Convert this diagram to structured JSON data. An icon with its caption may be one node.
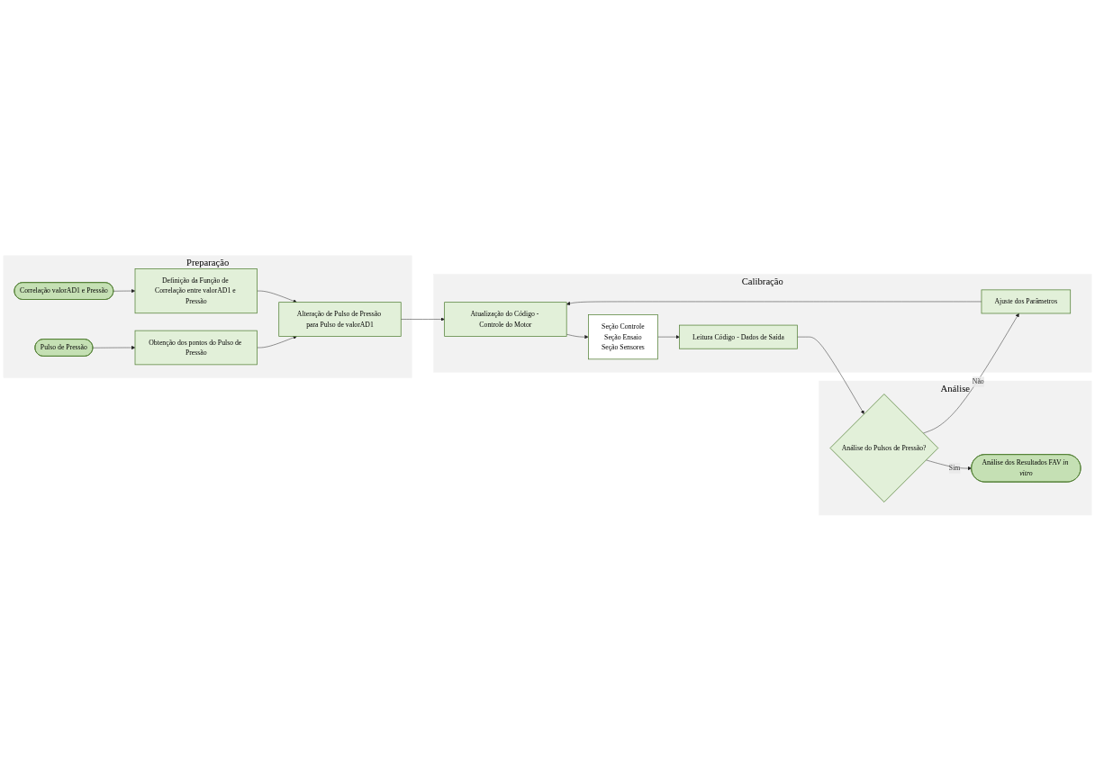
{
  "diagram": {
    "nodes": [
      {
        "text": [
          "Preparação"
        ]
      },
      {
        "text": [
          "Correlação valorAD1 e Pressão"
        ],
        "in": 0
      },
      {
        "text": [
          "Definição da Função de Correlação entre valorAD1 e Pressão"
        ],
        "in": 0
      },
      {
        "text": [
          "Pulso de Pressão"
        ],
        "in": 0
      },
      {
        "text": [
          "Obtenção dos pontos do Pulso de Pressão"
        ],
        "in": 0
      },
      {
        "text": [
          "Alteração de Pulso de Pressão para Pulso de valorAD1"
        ],
        "in": 0
      },
      {
        "text": [
          "Calibração"
        ]
      },
      {
        "text": [
          "Atualização do Código - Controle do Motor"
        ],
        "in": 6
      },
      {
        "text": [
          "Seção Controle",
          "Seção Ensaio",
          "Seção Sensores"
        ],
        "in": 6
      },
      {
        "text": [
          "Leitura Código - Dados de Saída"
        ],
        "in": 6
      },
      {
        "text": [
          "Ajuste dos Parâmetros"
        ],
        "in": 6
      },
      {
        "text": [
          "Análise"
        ]
      },
      {
        "text": [
          "Análise dos Resultados FAV *in vitro*"
        ],
        "in": 11
      },
      {
        "text": [
          "Análise do Pulsos de Pressão?"
        ],
        "in": 11
      }
    ],
    "edges": [
      {
        "from": 1,
        "to": 2,
        "arrow": "to"
      },
      {
        "from": 3,
        "to": 4,
        "arrow": "to"
      },
      {
        "from": 2,
        "to": 5,
        "arrow": "to"
      },
      {
        "from": 4,
        "to": 5,
        "arrow": "to"
      },
      {
        "from": 5,
        "to": 7,
        "arrow": "to"
      },
      {
        "from": 10,
        "to": 7,
        "arrow": "to"
      },
      {
        "from": 7,
        "to": 8,
        "arrow": "to"
      },
      {
        "from": 8,
        "to": 9,
        "arrow": "to"
      },
      {
        "from": 9,
        "to": 13,
        "arrow": "to"
      },
      {
        "from": 13,
        "to": 12,
        "label": "Sim",
        "arrow": "to"
      },
      {
        "from": 13,
        "to": 10,
        "label": "Não",
        "arrow": "to"
      }
    ]
  }
}
